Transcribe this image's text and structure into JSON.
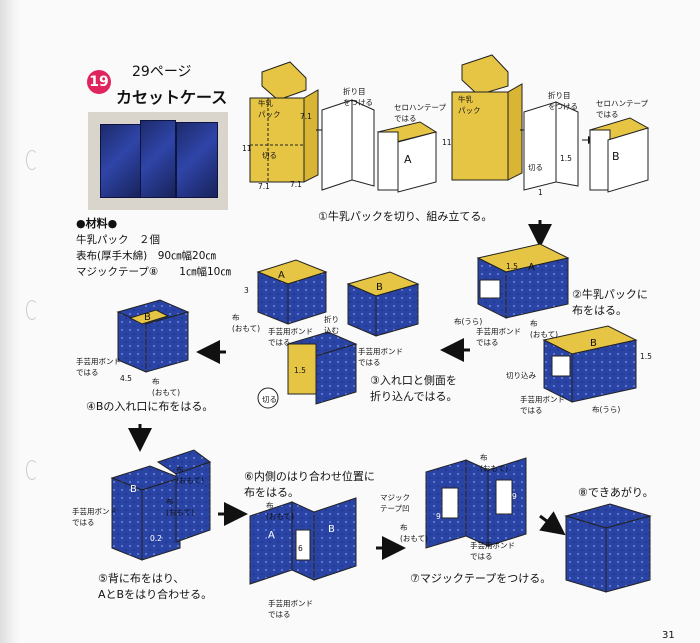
{
  "header": {
    "number": "19",
    "page_ref": "29ページ",
    "title": "カセットケース"
  },
  "materials": {
    "heading": "●材料●",
    "lines": [
      "牛乳パック　２個",
      "表布(厚手木綿)　90㎝幅20㎝",
      "マジックテープ⑧　　1㎝幅10㎝"
    ]
  },
  "labels": {
    "milk_pack": "牛乳\nパック",
    "fold": "折り目\nをつける",
    "cut": "切る",
    "tape": "セロハンテープ\nではる",
    "A": "A",
    "B": "B",
    "n71": "7.1",
    "n11": "11",
    "n15": "1.5",
    "n1": "1",
    "n45": "4.5",
    "n3": "3",
    "n9": "9",
    "n02": "0.2",
    "cloth_front": "布\n(おもて)",
    "cloth_back": "布(うら)",
    "bond": "手芸用ボンド\nではる",
    "fold_in": "折り\n込む",
    "cut_in": "切り込み",
    "magic": "マジック\nテープ凹"
  },
  "steps": {
    "s1": "①牛乳パックを切り、組み立てる。",
    "s2": "②牛乳パックに\n布をはる。",
    "s3": "③入れ口と側面を\n折り込んではる。",
    "s4": "④Bの入れ口に布をはる。",
    "s5": "⑤背に布をはり、\nAとBをはり合わせる。",
    "s6": "⑥内側のはり合わせ位置に\n布をはる。",
    "s7": "⑦マジックテープをつける。",
    "s8": "⑧できあがり。"
  },
  "page_number": "31",
  "colors": {
    "badge": "#e0245e",
    "yellow": "#e7c544",
    "blue": "#2a44a6"
  }
}
